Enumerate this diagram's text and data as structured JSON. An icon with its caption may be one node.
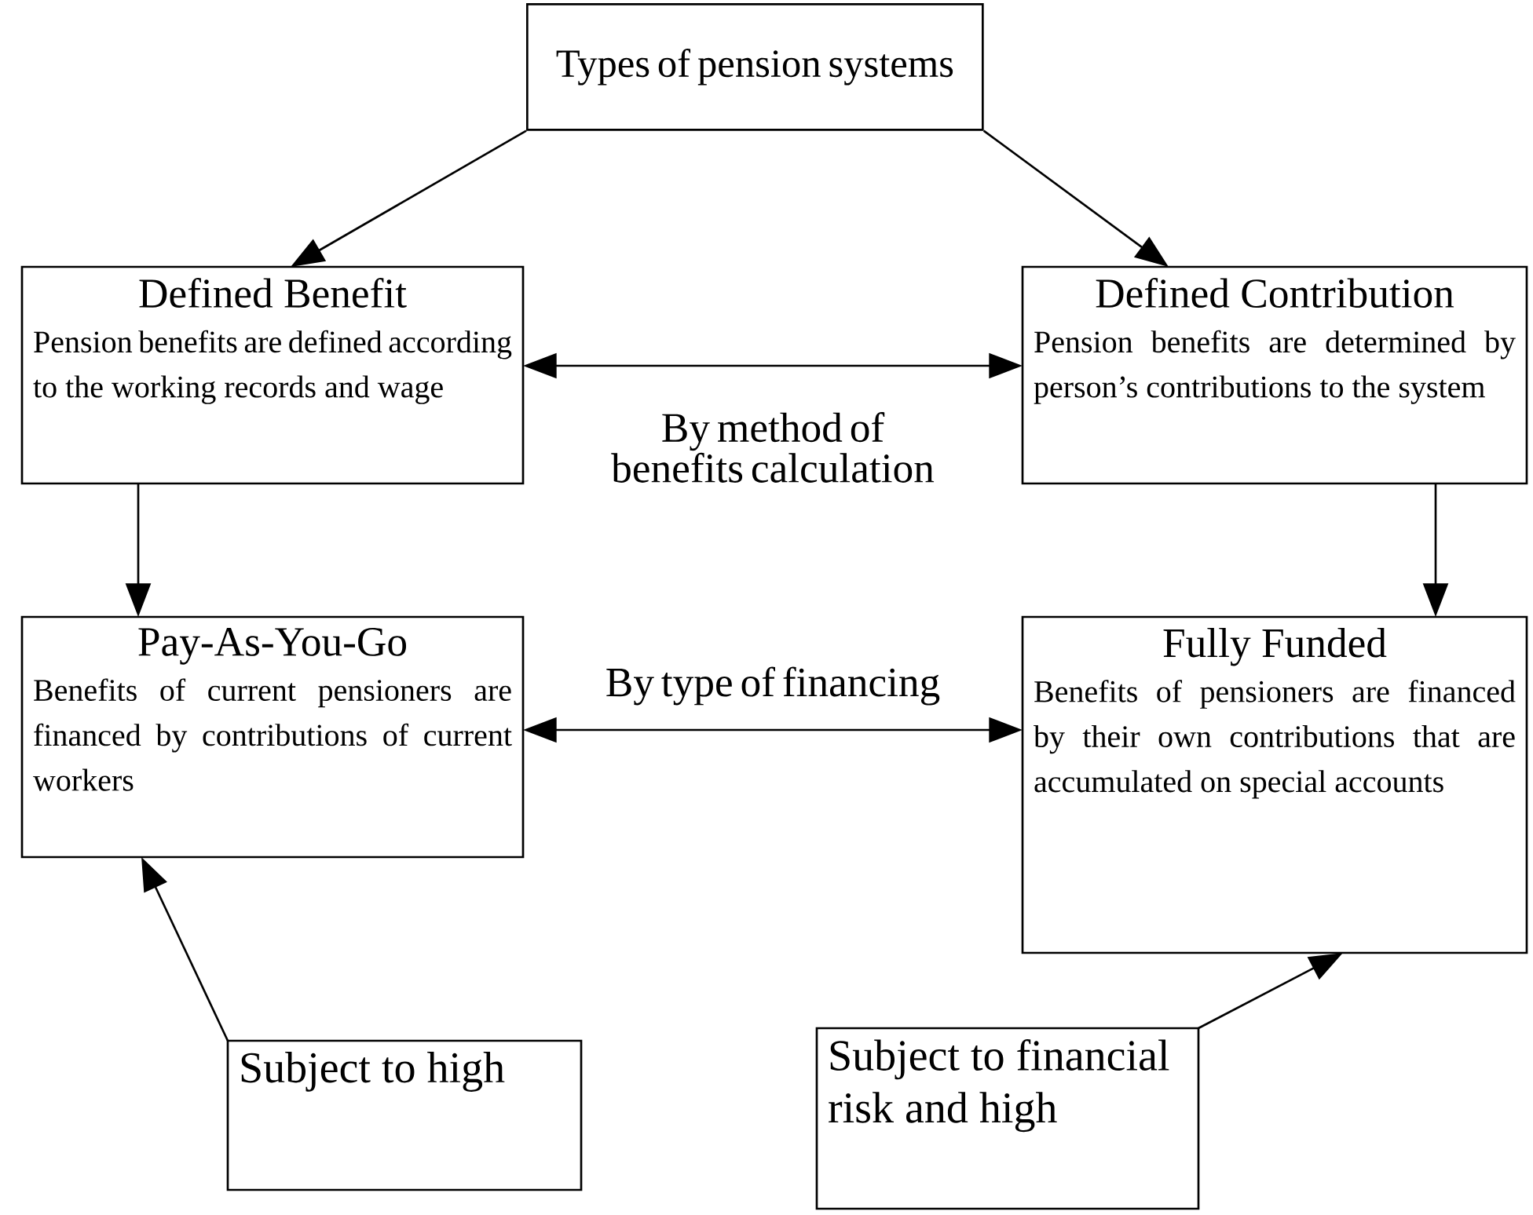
{
  "diagram": {
    "nodes": [
      {
        "text": [
          "Types of pension systems"
        ]
      },
      {
        "text": [
          "Defined Benefit",
          "Pension benefits are defined according to the working records and wage"
        ]
      },
      {
        "text": [
          "Defined Contribution",
          "Pension benefits are determined by person’s contributions to the system"
        ]
      },
      {
        "text": [
          "Pay-As-You-Go",
          "Benefits of current pensioners are financed by contributions of current workers"
        ]
      },
      {
        "text": [
          "Fully Funded",
          "Benefits of pensioners are financed by their own contributions that are accumulated on special accounts"
        ]
      },
      {
        "text": [
          "Subject to high"
        ]
      },
      {
        "text": [
          "Subject to financial risk and high"
        ]
      }
    ],
    "edges": [
      {
        "from": 0,
        "to": 1,
        "arrow": "to"
      },
      {
        "from": 0,
        "to": 2,
        "arrow": "to"
      },
      {
        "from": 1,
        "to": 2,
        "arrow": "both",
        "label": "By method of benefits calculation"
      },
      {
        "from": 1,
        "to": 3,
        "arrow": "to"
      },
      {
        "from": 2,
        "to": 4,
        "arrow": "to"
      },
      {
        "from": 3,
        "to": 4,
        "arrow": "both",
        "label": "By type of financing"
      },
      {
        "from": 5,
        "to": 3,
        "arrow": "to"
      },
      {
        "from": 6,
        "to": 4,
        "arrow": "to"
      }
    ]
  }
}
